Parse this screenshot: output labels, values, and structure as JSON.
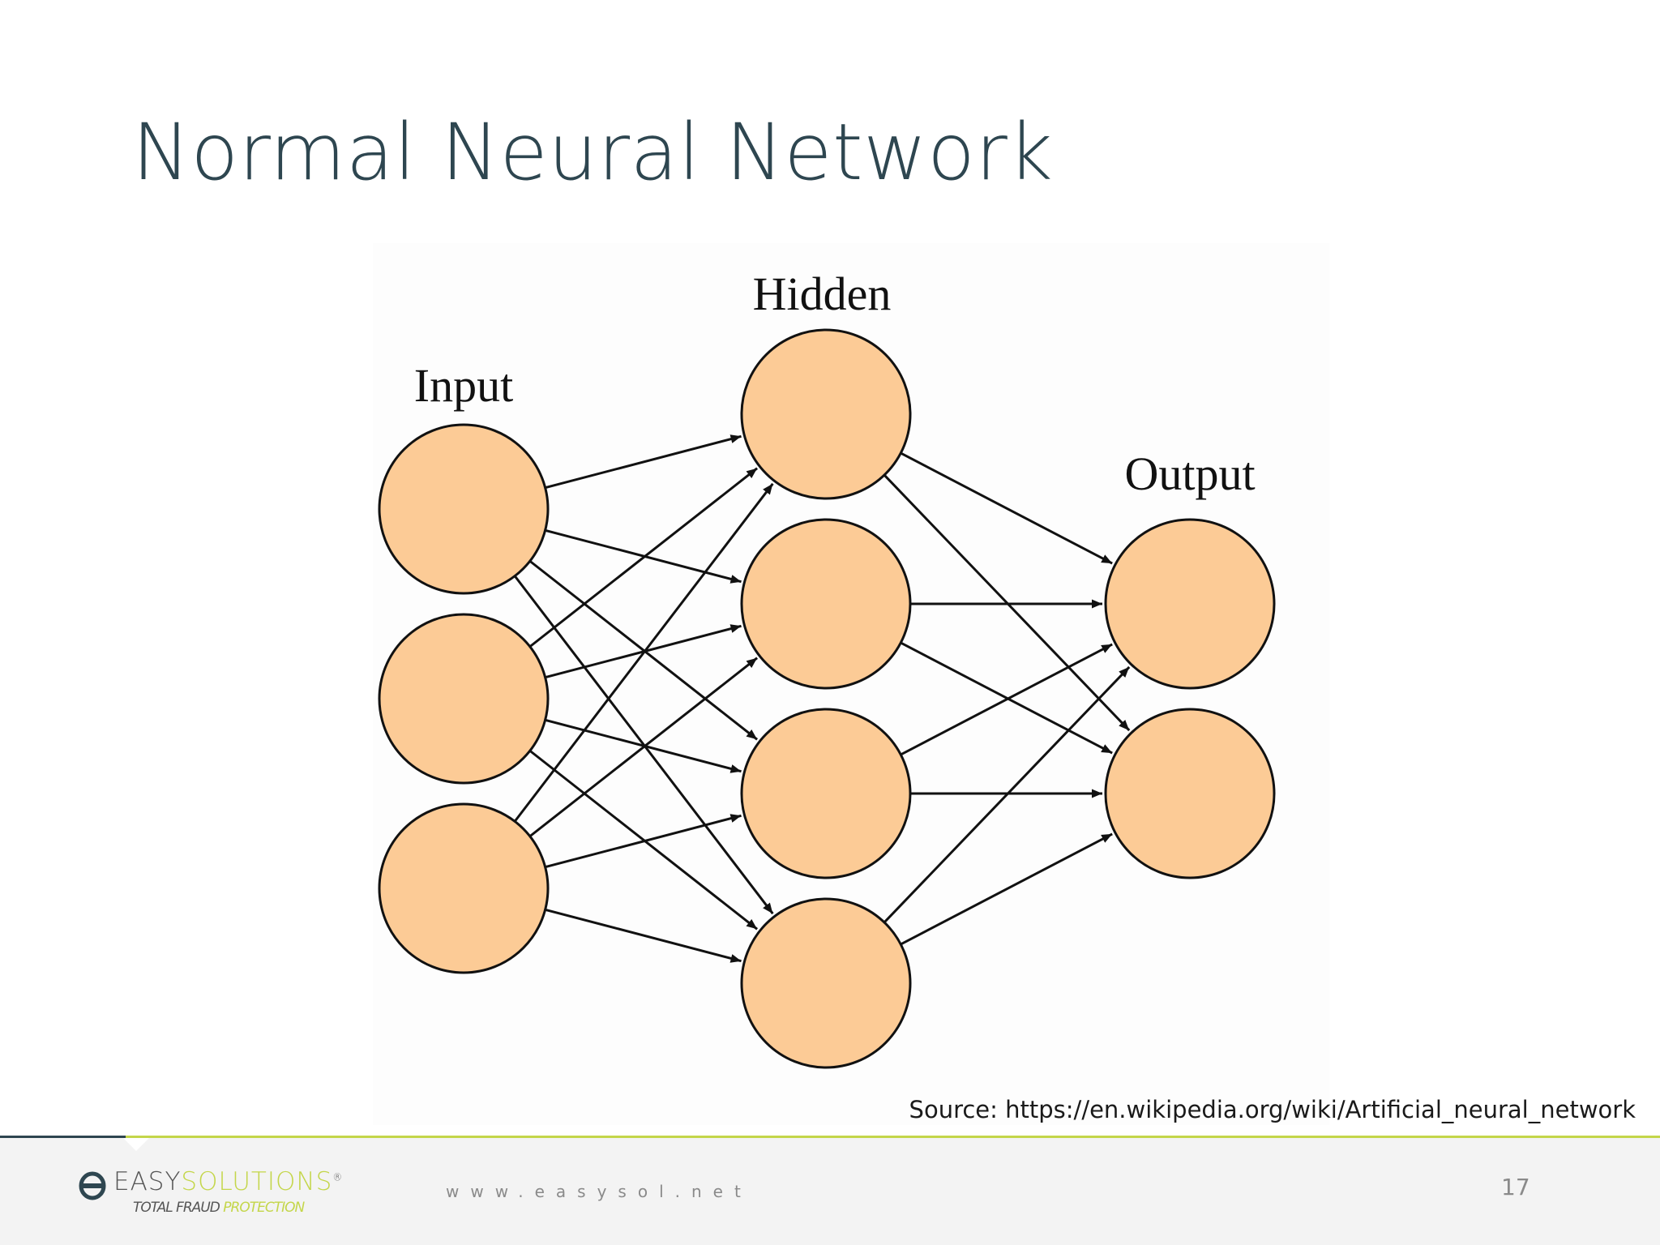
{
  "slide": {
    "title": "Normal Neural Network",
    "source": "Source: https://en.wikipedia.org/wiki/Artificial_neural_network",
    "page_number": "17"
  },
  "diagram": {
    "node_fill": "#fccb96",
    "stroke_color": "#111111",
    "layers": [
      {
        "label": "Input",
        "nodes": 3
      },
      {
        "label": "Hidden",
        "nodes": 4
      },
      {
        "label": "Output",
        "nodes": 2
      }
    ]
  },
  "footer": {
    "logo": {
      "name_prefix": "EASY",
      "name_accent": "SOLUTIONS",
      "registered": "®",
      "tag_prefix": "TOTAL FRAUD",
      "tag_accent": "PROTECTION"
    },
    "website": "www.easysol.net",
    "colors": {
      "dark": "#2e4650",
      "accent": "#c4d64a"
    }
  }
}
